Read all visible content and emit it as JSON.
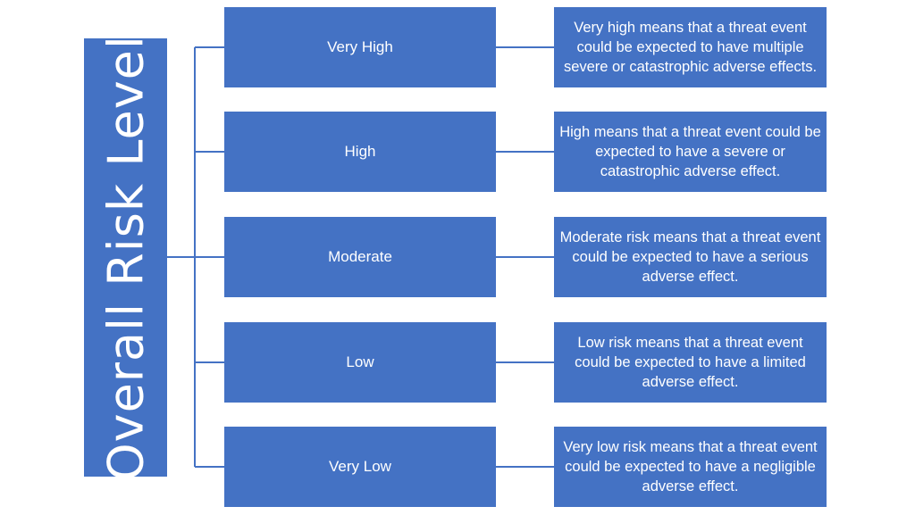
{
  "title": "Overall Risk Level",
  "colors": {
    "box_fill": "#4472c4",
    "connector": "#4472c4",
    "text": "#ffffff"
  },
  "levels": [
    {
      "label": "Very High",
      "description": "Very high means that a threat event could be expected to have multiple severe or catastrophic adverse effects."
    },
    {
      "label": "High",
      "description": "High means that a threat event could be expected to have a severe or catastrophic adverse effect."
    },
    {
      "label": "Moderate",
      "description": "Moderate risk means that a threat event could be expected to have a serious adverse effect."
    },
    {
      "label": "Low",
      "description": "Low risk means that a threat event could be expected to have a limited adverse effect."
    },
    {
      "label": "Very Low",
      "description": "Very low risk means that a threat event could be expected to have a negligible adverse effect."
    }
  ]
}
